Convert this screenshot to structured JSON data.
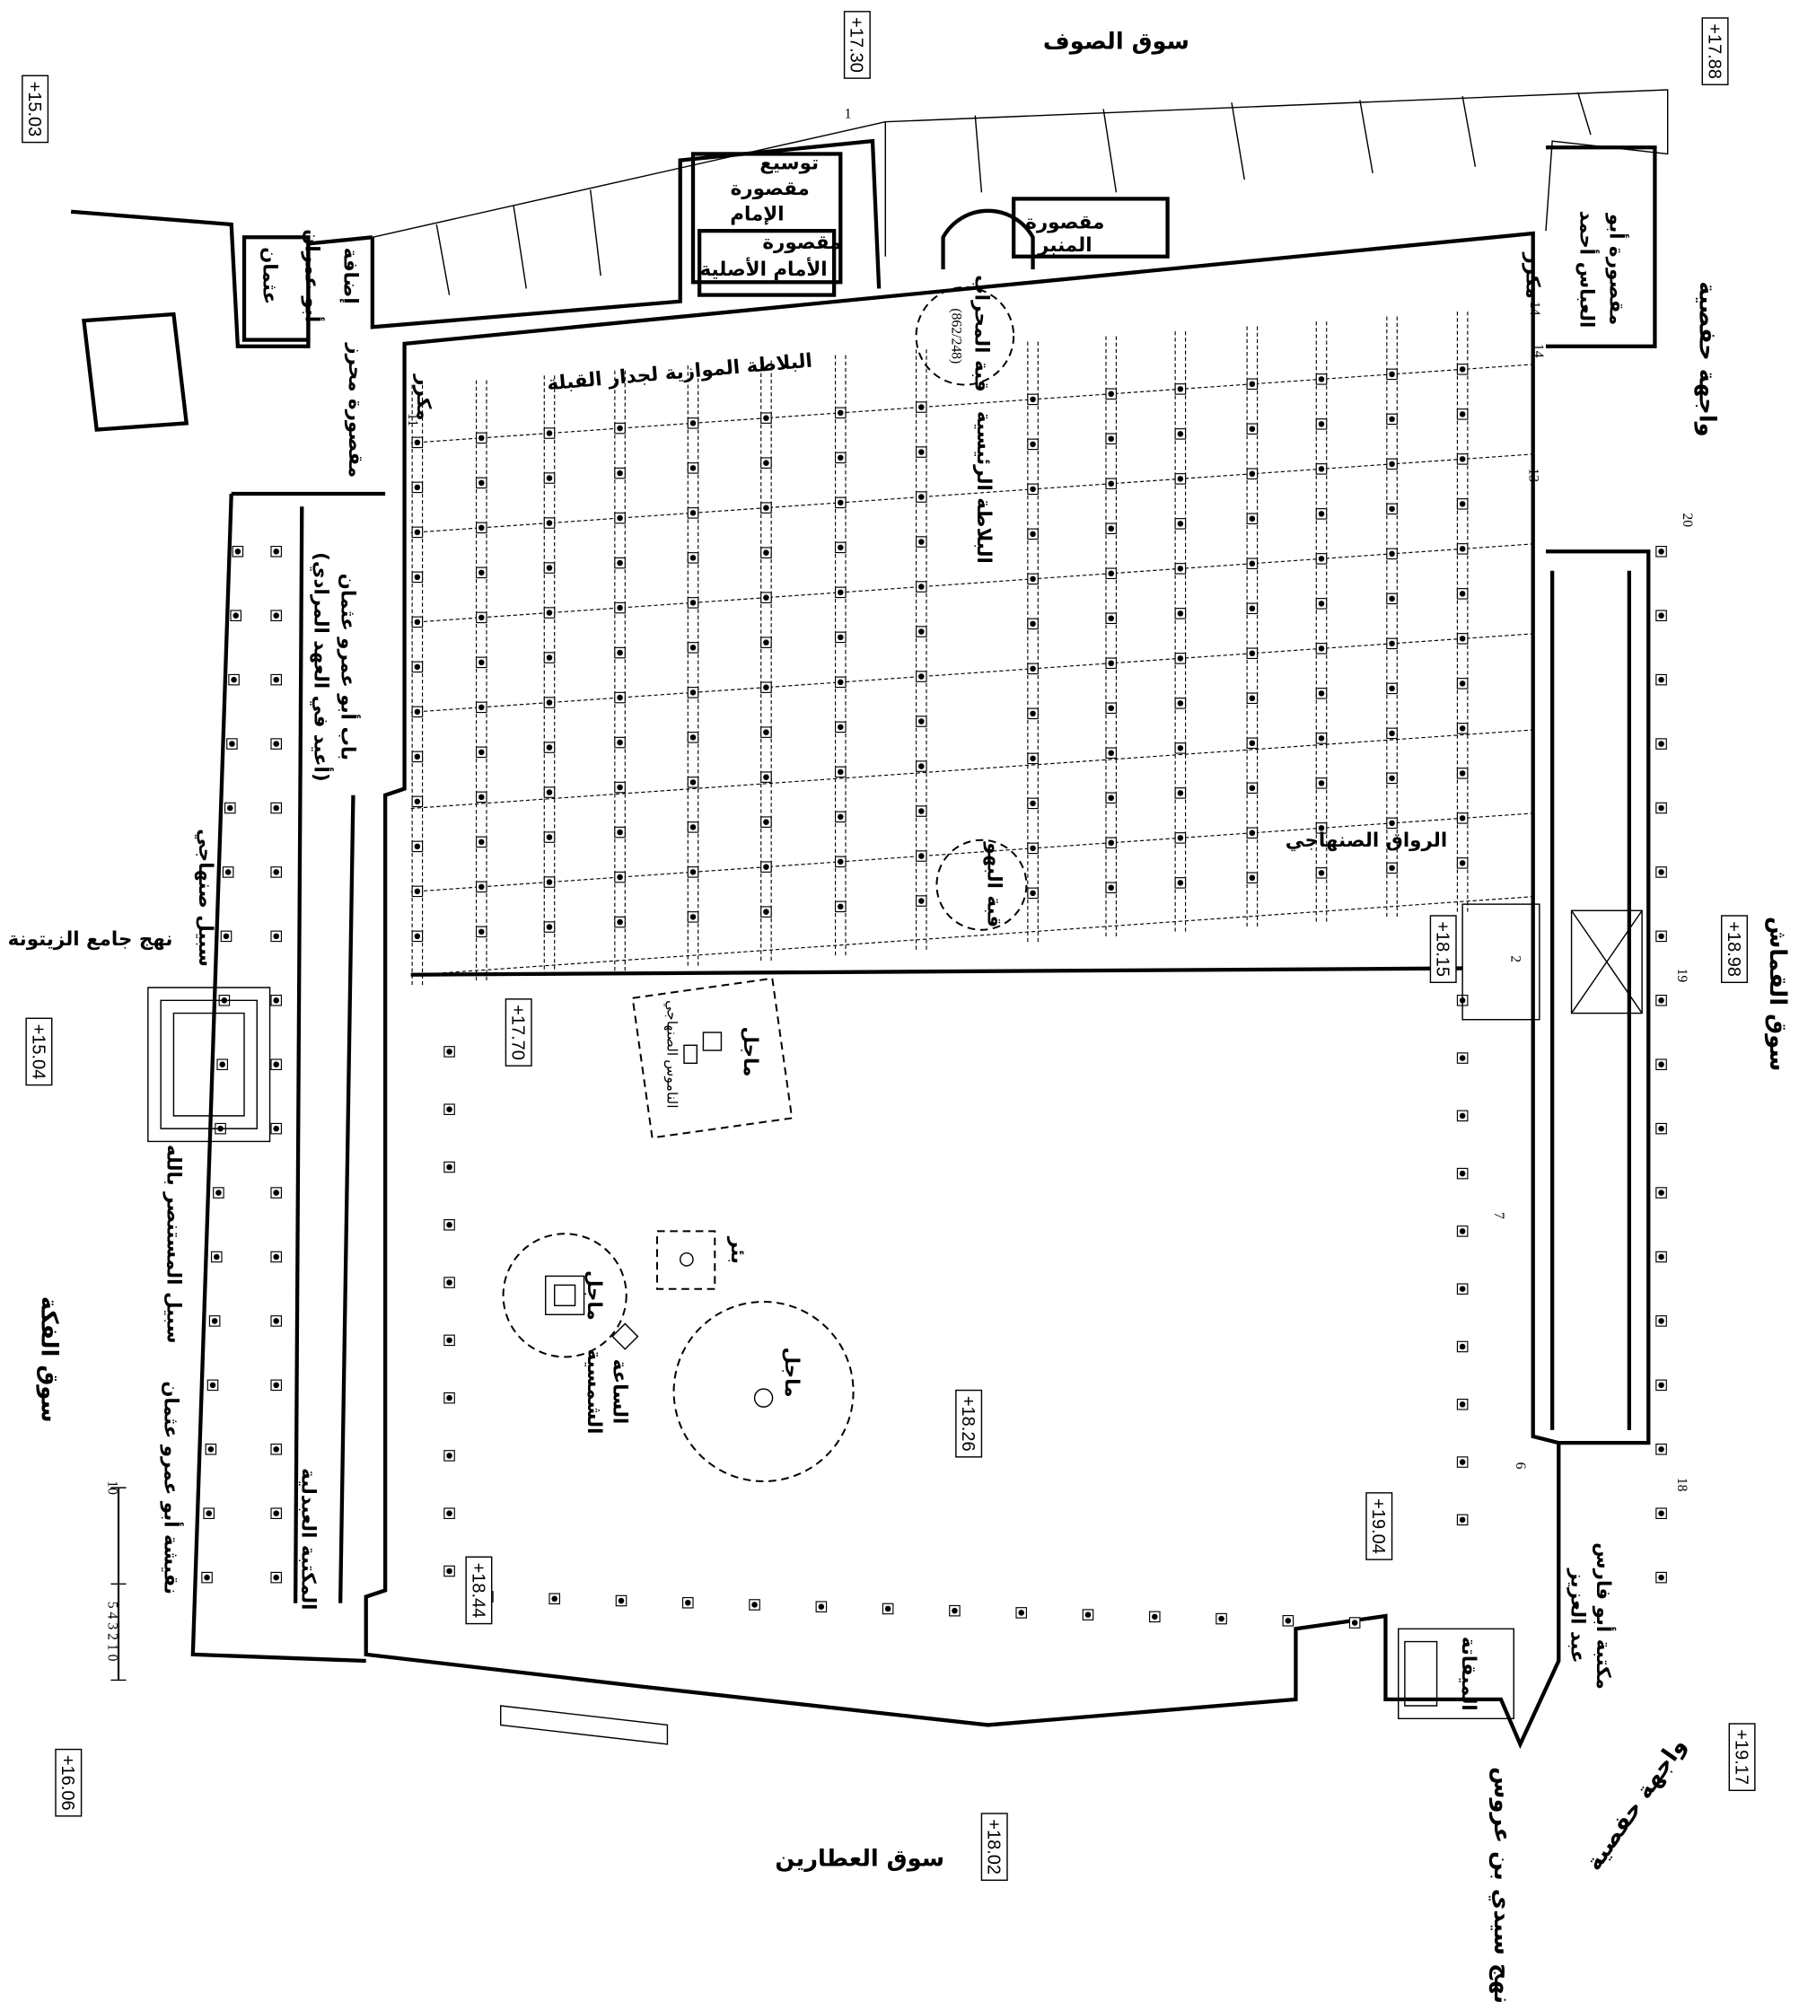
{
  "streets": {
    "north": "سوق الصوف",
    "south": "سوق العطارين",
    "west_market": "سوق الفكة",
    "west_street": "نهج جامع الزيتونة",
    "east": "سوق القماش",
    "southeast_street": "نهج سيدي بن عروس",
    "hafsid_facade_east": "واجهة حفصية",
    "hafsid_facade_south": "واجهة حفصية"
  },
  "elevations": [
    "+17.30",
    "+17.88",
    "+15.03",
    "+18.98",
    "+15.04",
    "+17.70",
    "+18.15",
    "+18.26",
    "+18.44",
    "+19.04",
    "+16.06",
    "+18.02",
    "+19.17"
  ],
  "rooms": {
    "imam_extension": [
      "توسيع",
      "مقصورة",
      "الإمام"
    ],
    "imam_original": [
      "مقصورة",
      "الأمام الأصلية"
    ],
    "minbar": [
      "مقصورة",
      "المنبر"
    ],
    "mihrab_dome": [
      "قبة المحراب",
      "(862/248)"
    ],
    "abu_abbas": [
      "مقصورة أبو",
      "العباس أحمد"
    ],
    "mukarrar_east": "مكرر",
    "mukarrar_west": "مكرر",
    "qibla_aisle": "البلاطة الموازية لجدار القبلة",
    "main_aisle": "البلاطة الرئيسية",
    "muhriz": "مقصورة محرز",
    "addition": [
      "إضافة",
      "أبو عمران",
      "عثمان"
    ],
    "gate_abu_amr": [
      "باب أبو عمرو عثمان",
      "(أعيد في العهد المرادي)"
    ],
    "sanhaji_portico": "الرواق الصنهاجي",
    "bahw_dome": "قبة البهو",
    "sanhaji_fountain": "سبيل صنهاجي",
    "sanhaji_cistern": [
      "ماجل",
      "الناموس الصنهاجي"
    ],
    "well": "بئر",
    "cistern_small": "ماجل",
    "sundial": [
      "الساعة",
      "الشمسية"
    ],
    "cistern_large": "ماجل",
    "mustansir_fountain": "سبيل المستنصر بالله",
    "abu_amr_inscription": "نقيشة أبو عمرو عثمان",
    "abdaliya_library": "المكتبة العبدلية",
    "abu_faris_library": [
      "مكتبة أبو فارس",
      "عبد العزيز"
    ],
    "miqata": "الميقاتة"
  },
  "numbers": {
    "n1": "1",
    "n11": "11",
    "n14a": "14",
    "n14b": "14",
    "n13": "13",
    "n20": "20",
    "n19": "19",
    "n18": "18",
    "n7": "7",
    "n6": "6",
    "n2": "2"
  },
  "scale_bar": {
    "max": "10",
    "ticks": "5 4 3 2 1 0"
  }
}
